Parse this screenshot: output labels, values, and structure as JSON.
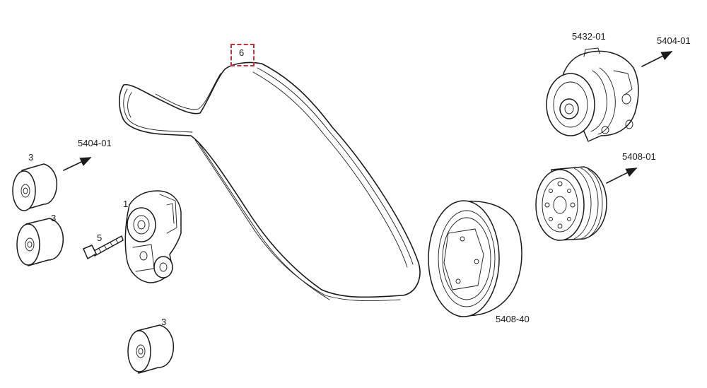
{
  "labels": {
    "roller_top": "3",
    "roller_middle": "3",
    "roller_bottom": "3",
    "tensioner": "1",
    "bolt": "5",
    "belt": "6",
    "ref_left": "5404-01",
    "ref_right_top": "5404-01",
    "water_pump": "5432-01",
    "ref_pulley": "5408-01",
    "damper": "5408-40"
  },
  "highlight": {
    "part": "6",
    "color": "#c0303a"
  },
  "icons": [
    "arrow-icon",
    "roller-icon",
    "tensioner-icon",
    "bolt-icon",
    "belt-icon",
    "water-pump-icon",
    "grooved-pulley-icon",
    "damper-pulley-icon"
  ]
}
